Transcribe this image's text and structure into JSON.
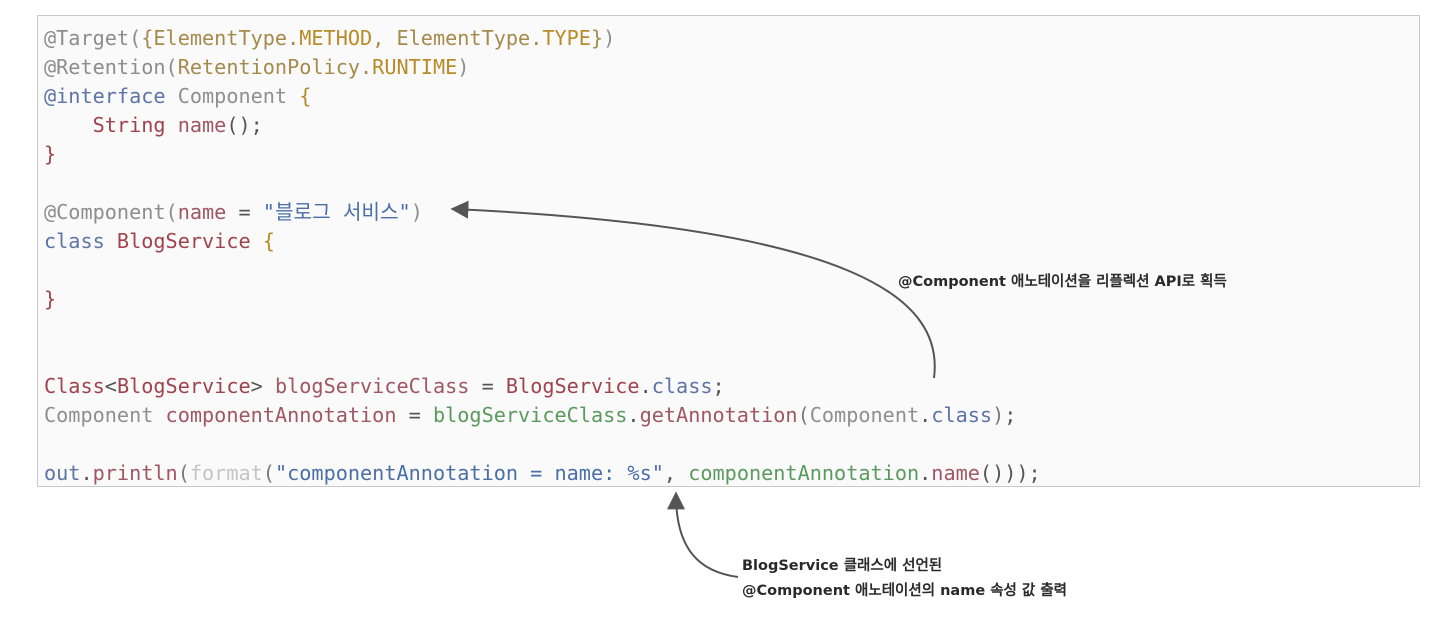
{
  "code": {
    "lines": [
      [
        {
          "c": "t-anno",
          "t": "@Target("
        },
        {
          "c": "t-type",
          "t": "{ElementType."
        },
        {
          "c": "t-const",
          "t": "METHOD"
        },
        {
          "c": "t-type",
          "t": ", ElementType."
        },
        {
          "c": "t-const",
          "t": "TYPE"
        },
        {
          "c": "t-type",
          "t": "}"
        },
        {
          "c": "t-anno",
          "t": ")"
        }
      ],
      [
        {
          "c": "t-anno",
          "t": "@Retention("
        },
        {
          "c": "t-type",
          "t": "RetentionPolicy."
        },
        {
          "c": "t-const",
          "t": "RUNTIME"
        },
        {
          "c": "t-anno",
          "t": ")"
        }
      ],
      [
        {
          "c": "t-kw",
          "t": "@interface"
        },
        {
          "c": "t-cls",
          "t": " Component "
        },
        {
          "c": "t-const",
          "t": "{"
        }
      ],
      [
        {
          "c": "t-plain",
          "t": "    "
        },
        {
          "c": "t-red",
          "t": "String"
        },
        {
          "c": "t-call",
          "t": " name"
        },
        {
          "c": "t-plain",
          "t": "();"
        }
      ],
      [
        {
          "c": "t-red",
          "t": "}"
        }
      ],
      [],
      [
        {
          "c": "t-anno",
          "t": "@Component("
        },
        {
          "c": "t-call",
          "t": "name"
        },
        {
          "c": "t-plain",
          "t": " = "
        },
        {
          "c": "t-str",
          "t": "\"블로그 서비스\""
        },
        {
          "c": "t-anno",
          "t": ")"
        }
      ],
      [
        {
          "c": "t-kw",
          "t": "class"
        },
        {
          "c": "t-red",
          "t": " BlogService"
        },
        {
          "c": "t-const",
          "t": " {"
        }
      ],
      [],
      [
        {
          "c": "t-red",
          "t": "}"
        }
      ],
      [],
      [],
      [
        {
          "c": "t-red",
          "t": "Class"
        },
        {
          "c": "t-plain",
          "t": "<"
        },
        {
          "c": "t-red",
          "t": "BlogService"
        },
        {
          "c": "t-plain",
          "t": "> "
        },
        {
          "c": "t-call",
          "t": "blogServiceClass"
        },
        {
          "c": "t-plain",
          "t": " = "
        },
        {
          "c": "t-red",
          "t": "BlogService"
        },
        {
          "c": "t-plain",
          "t": "."
        },
        {
          "c": "t-kw",
          "t": "class"
        },
        {
          "c": "t-plain",
          "t": ";"
        }
      ],
      [
        {
          "c": "t-cls",
          "t": "Component "
        },
        {
          "c": "t-call",
          "t": "componentAnnotation"
        },
        {
          "c": "t-plain",
          "t": " = "
        },
        {
          "c": "t-green",
          "t": "blogServiceClass"
        },
        {
          "c": "t-plain",
          "t": "."
        },
        {
          "c": "t-call",
          "t": "getAnnotation"
        },
        {
          "c": "t-punc",
          "t": "("
        },
        {
          "c": "t-cls",
          "t": "Component"
        },
        {
          "c": "t-plain",
          "t": "."
        },
        {
          "c": "t-kw",
          "t": "class"
        },
        {
          "c": "t-punc",
          "t": ")"
        },
        {
          "c": "t-plain",
          "t": ";"
        }
      ],
      [],
      [
        {
          "c": "t-kw",
          "t": "out"
        },
        {
          "c": "t-plain",
          "t": "."
        },
        {
          "c": "t-call",
          "t": "println"
        },
        {
          "c": "t-punc",
          "t": "("
        },
        {
          "c": "t-faint",
          "t": "format"
        },
        {
          "c": "t-punc",
          "t": "("
        },
        {
          "c": "t-str",
          "t": "\"componentAnnotation = name: %s\""
        },
        {
          "c": "t-plain",
          "t": ", "
        },
        {
          "c": "t-green",
          "t": "componentAnnotation"
        },
        {
          "c": "t-plain",
          "t": "."
        },
        {
          "c": "t-call",
          "t": "name"
        },
        {
          "c": "t-plain",
          "t": "()));"
        }
      ]
    ]
  },
  "callouts": {
    "reflection": "@Component 애노테이션을 리플렉션 API로 획득",
    "output_line1": "BlogService 클래스에 선언된",
    "output_line2": "@Component 애노테이션의 name 속성 값 출력"
  },
  "colors": {
    "annotation": "#8d8d8d",
    "keyword": "#5d74a7",
    "string": "#4a6ea8",
    "type": "#a0434d",
    "arrow": "#555555"
  }
}
